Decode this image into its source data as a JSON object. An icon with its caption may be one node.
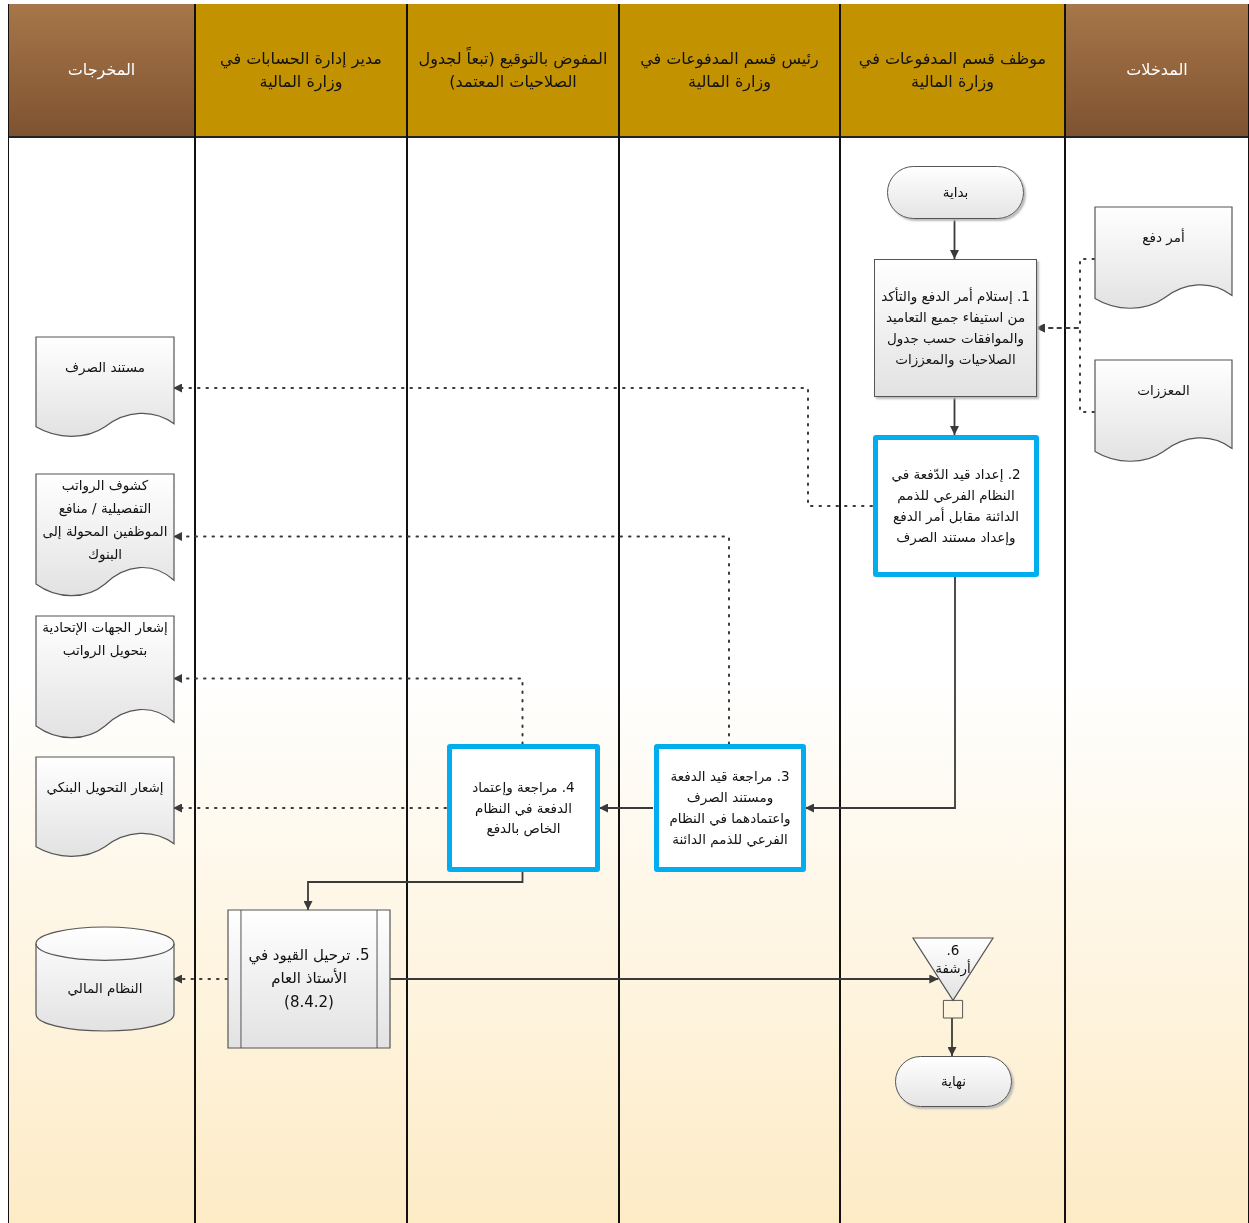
{
  "diagram": {
    "nodes": [
      {
        "text": [
          "المدخلات"
        ]
      },
      {
        "text": [
          "موظف قسم المدفوعات في وزارة المالية"
        ]
      },
      {
        "text": [
          "رئيس قسم المدفوعات في وزارة المالية"
        ]
      },
      {
        "text": [
          "المفوض بالتوقيع (تبعاً لجدول الصلاحيات المعتمد)"
        ]
      },
      {
        "text": [
          "مدير إدارة الحسابات في وزارة المالية"
        ]
      },
      {
        "text": [
          "المخرجات"
        ]
      },
      {
        "text": [
          "بداية"
        ],
        "in": 1
      },
      {
        "text": [
          "1. إستلام أمر الدفع والتأكد من استيفاء جميع التعاميد والموافقات حسب جدول الصلاحيات والمعززات"
        ],
        "in": 1
      },
      {
        "text": [
          "2. إعداد قيد الدّفعة في النظام الفرعي للذمم الدائنة مقابل أمر الدفع وإعداد مستند الصرف"
        ],
        "in": 1
      },
      {
        "text": [
          "أمر دفع"
        ],
        "in": 0
      },
      {
        "text": [
          "المعززات"
        ],
        "in": 0
      },
      {
        "text": [
          "3. مراجعة قيد الدفعة ومستند الصرف واعتمادهما في النظام الفرعي للذمم الدائنة"
        ],
        "in": 2
      },
      {
        "text": [
          "4. مراجعة وإعتماد الدفعة في النظام الخاص بالدفع"
        ],
        "in": 3
      },
      {
        "text": [
          "5. ترحيل القيود في الأستاذ العام (8.4.2)"
        ],
        "in": 4
      },
      {
        "text": [
          "6. أرشفة"
        ],
        "in": 1
      },
      {
        "text": [
          "نهاية"
        ],
        "in": 1
      },
      {
        "text": [
          "مستند الصرف"
        ],
        "in": 5
      },
      {
        "text": [
          "كشوف الرواتب التفصيلية / منافع الموظفين المحولة إلى البنوك"
        ],
        "in": 5
      },
      {
        "text": [
          "إشعار الجهات الإتحادية بتحويل الرواتب"
        ],
        "in": 5
      },
      {
        "text": [
          "إشعار التحويل البنكي"
        ],
        "in": 5
      },
      {
        "text": [
          "النظام المالي"
        ],
        "in": 5
      }
    ],
    "edges": [
      {
        "from": 6,
        "to": 7,
        "arrow": "to"
      },
      {
        "from": 7,
        "to": 8,
        "arrow": "to"
      },
      {
        "from": 9,
        "to": 7,
        "arrow": "to",
        "style": "dashed"
      },
      {
        "from": 10,
        "to": 7,
        "arrow": "to",
        "style": "dashed"
      },
      {
        "from": 8,
        "to": 16,
        "arrow": "to",
        "style": "dashed"
      },
      {
        "from": 8,
        "to": 11,
        "arrow": "to"
      },
      {
        "from": 11,
        "to": 17,
        "arrow": "to",
        "style": "dashed"
      },
      {
        "from": 11,
        "to": 12,
        "arrow": "to"
      },
      {
        "from": 12,
        "to": 18,
        "arrow": "to",
        "style": "dashed"
      },
      {
        "from": 12,
        "to": 19,
        "arrow": "to",
        "style": "dashed"
      },
      {
        "from": 12,
        "to": 13,
        "arrow": "to"
      },
      {
        "from": 13,
        "to": 20,
        "arrow": "to",
        "style": "dashed"
      },
      {
        "from": 13,
        "to": 14,
        "arrow": "to"
      },
      {
        "from": 14,
        "to": 15,
        "arrow": "to"
      }
    ]
  }
}
